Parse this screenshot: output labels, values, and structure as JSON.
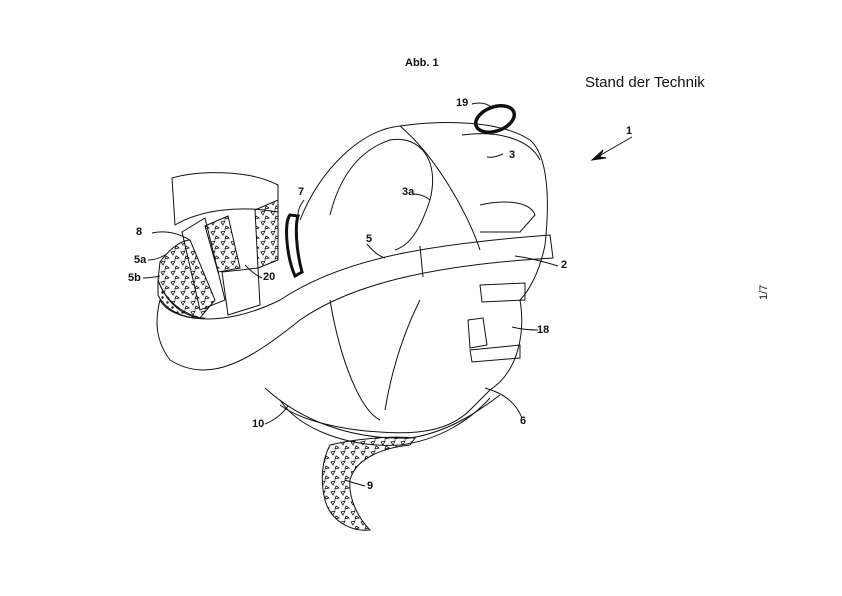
{
  "figure": {
    "title": "Abb. 1",
    "caption": "Stand der Technik",
    "sheet_number": "1/7",
    "reference_labels": [
      "19",
      "1",
      "3",
      "3a",
      "7",
      "5",
      "8",
      "5a",
      "5b",
      "20",
      "2",
      "18",
      "10",
      "6",
      "9"
    ]
  }
}
